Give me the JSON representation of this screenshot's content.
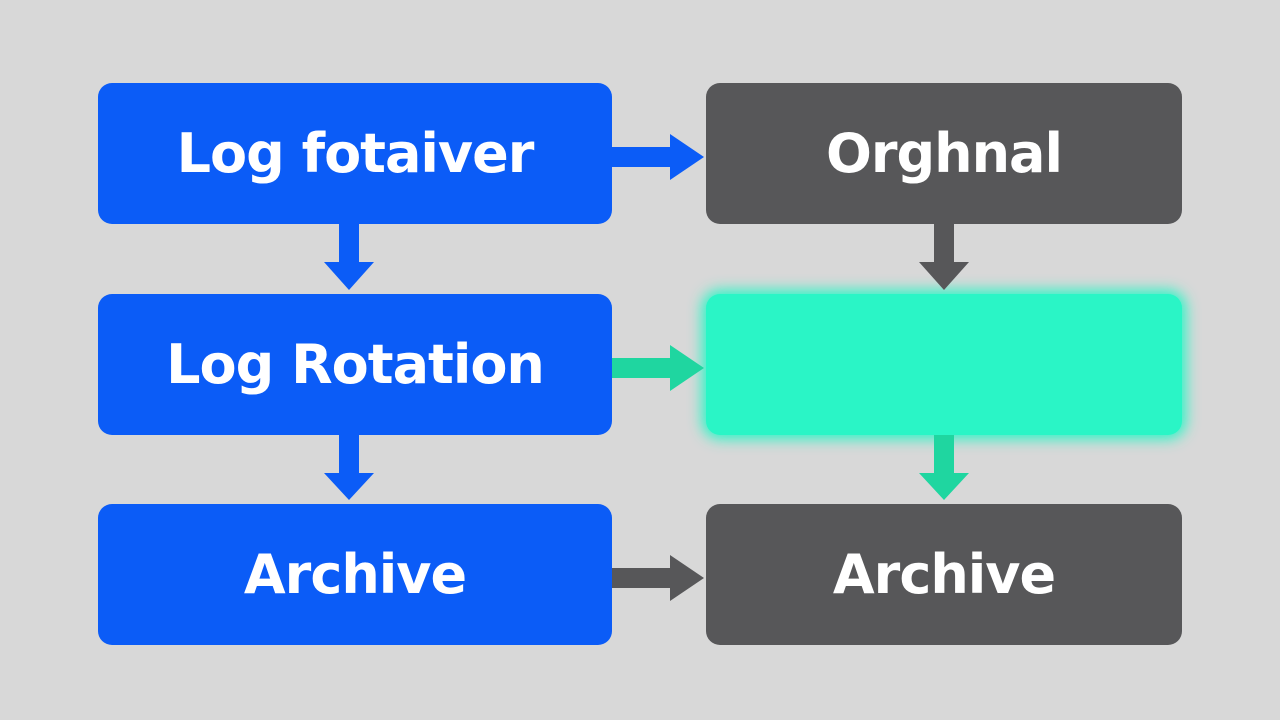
{
  "colors": {
    "background": "#d8d8d8",
    "blue": "#0b5cf7",
    "gray": "#575759",
    "green": "#2af5c6",
    "green_arrow": "#1fd6a0"
  },
  "nodes": {
    "log_failover": {
      "label": "Log fotaiver"
    },
    "original": {
      "label": "Orghnal"
    },
    "log_rotation": {
      "label": "Log Rotation"
    },
    "highlighted": {
      "label": ""
    },
    "archive_left": {
      "label": "Archive"
    },
    "archive_right": {
      "label": "Archive"
    }
  }
}
